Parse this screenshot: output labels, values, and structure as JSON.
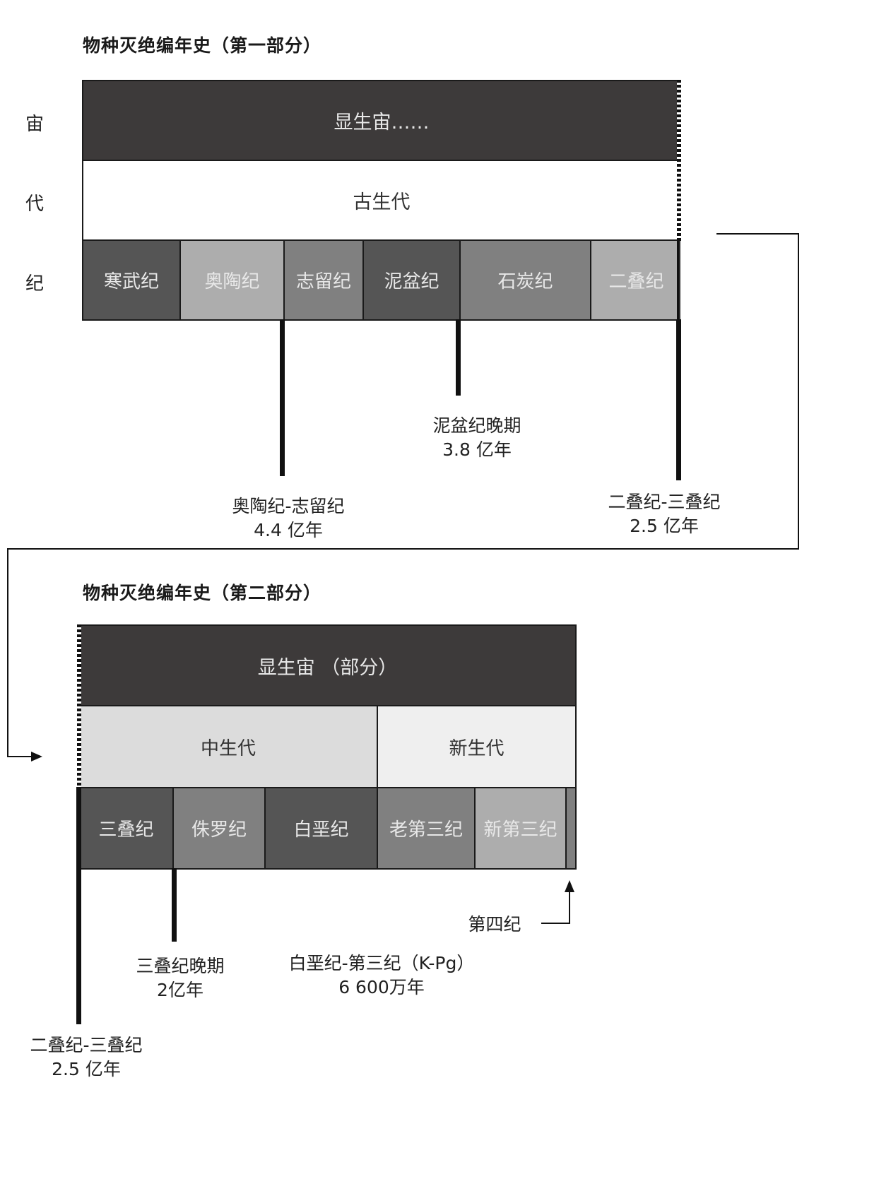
{
  "part1": {
    "title": "物种灭绝编年史（第一部分）",
    "row_labels": {
      "eon": "宙",
      "era": "代",
      "period": "纪"
    },
    "eon": "显生宙……",
    "era": "古生代",
    "periods": [
      "寒武纪",
      "奥陶纪",
      "志留纪",
      "泥盆纪",
      "石炭纪",
      "二叠纪"
    ],
    "events": [
      {
        "name": "奥陶纪-志留纪",
        "age": "4.4 亿年"
      },
      {
        "name": "泥盆纪晚期",
        "age": "3.8 亿年"
      },
      {
        "name": "二叠纪-三叠纪",
        "age": "2.5 亿年"
      }
    ]
  },
  "part2": {
    "title": "物种灭绝编年史（第二部分）",
    "eon": "显生宙 （部分）",
    "eras": [
      "中生代",
      "新生代"
    ],
    "periods": [
      "三叠纪",
      "侏罗纪",
      "白垩纪",
      "老第三纪",
      "新第三纪"
    ],
    "quaternary_label": "第四纪",
    "events": [
      {
        "name": "三叠纪晚期",
        "age": "2亿年"
      },
      {
        "name": "白垩纪-第三纪（K-Pg）",
        "age": "6 600万年"
      },
      {
        "name": "二叠纪-三叠纪",
        "age": "2.5 亿年"
      }
    ]
  },
  "colors": {
    "eon_fill": "#3d3a3a",
    "era_white": "#ffffff",
    "mesozoic_fill": "#dcdcdc",
    "cenozoic_fill": "#efefef",
    "period_dark": "#555555",
    "period_mid": "#808080",
    "period_light": "#adadad"
  }
}
